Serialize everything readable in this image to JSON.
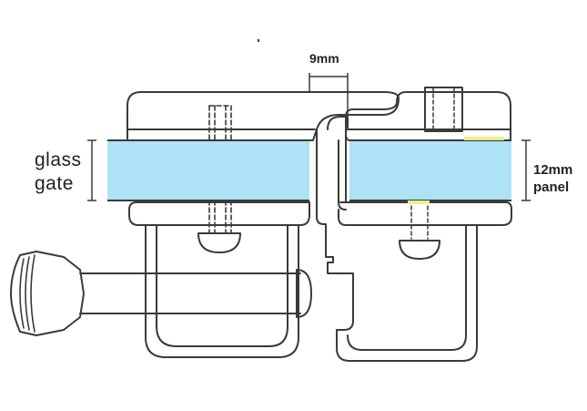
{
  "labels": {
    "gate_line1": "glass",
    "gate_line2": "gate",
    "gap": "9mm",
    "panel_line1": "12mm",
    "panel_line2": "panel"
  },
  "colors": {
    "glass": "#aee2f6",
    "outline": "#3a3a3a",
    "highlight": "#e8f28a",
    "background": "#ffffff"
  }
}
